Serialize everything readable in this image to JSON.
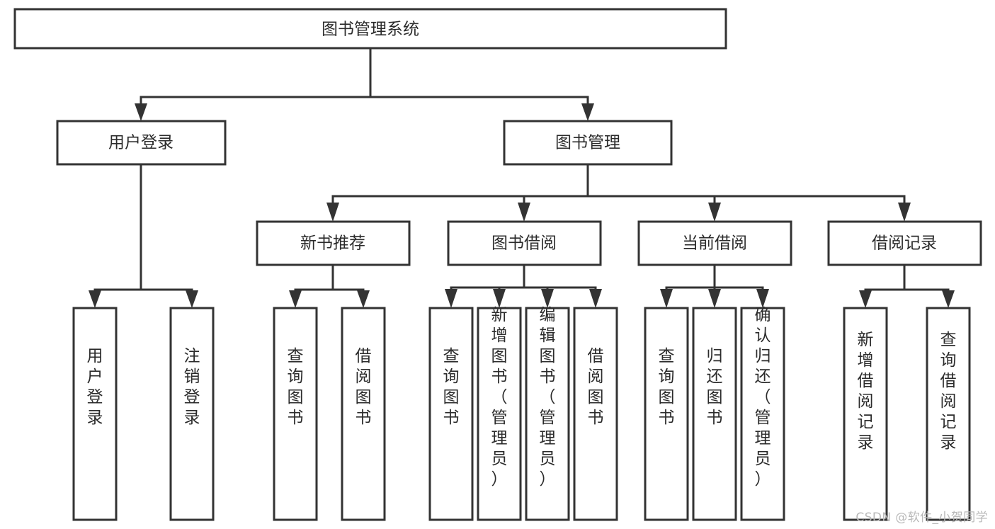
{
  "diagram": {
    "type": "tree",
    "title": "图书管理系统",
    "root": {
      "id": "root",
      "label": "图书管理系统",
      "orientation": "horizontal"
    },
    "level2": [
      {
        "id": "user-login",
        "label": "用户登录",
        "orientation": "horizontal"
      },
      {
        "id": "book-manage",
        "label": "图书管理",
        "orientation": "horizontal"
      }
    ],
    "level3": [
      {
        "id": "new-book-recommend",
        "label": "新书推荐",
        "orientation": "horizontal"
      },
      {
        "id": "book-borrow",
        "label": "图书借阅",
        "orientation": "horizontal"
      },
      {
        "id": "current-borrow",
        "label": "当前借阅",
        "orientation": "horizontal"
      },
      {
        "id": "borrow-record",
        "label": "借阅记录",
        "orientation": "horizontal"
      }
    ],
    "leaves": {
      "user_login": [
        {
          "id": "leaf-user-login",
          "label": "用户登录",
          "orientation": "vertical"
        },
        {
          "id": "leaf-logout-login",
          "label": "注销登录",
          "orientation": "vertical"
        }
      ],
      "new_book_recommend": [
        {
          "id": "leaf-query-book-1",
          "label": "查询图书",
          "orientation": "vertical"
        },
        {
          "id": "leaf-borrow-book-1",
          "label": "借阅图书",
          "orientation": "vertical"
        }
      ],
      "book_borrow": [
        {
          "id": "leaf-query-book-2",
          "label": "查询图书",
          "orientation": "vertical"
        },
        {
          "id": "leaf-add-book",
          "label": "新增图书（管理员）",
          "orientation": "vertical"
        },
        {
          "id": "leaf-edit-book",
          "label": "编辑图书（管理员）",
          "orientation": "vertical"
        },
        {
          "id": "leaf-borrow-book-2",
          "label": "借阅图书",
          "orientation": "vertical"
        }
      ],
      "current_borrow": [
        {
          "id": "leaf-query-book-3",
          "label": "查询图书",
          "orientation": "vertical"
        },
        {
          "id": "leaf-return-book",
          "label": "归还图书",
          "orientation": "vertical"
        },
        {
          "id": "leaf-confirm-return",
          "label": "确认归还（管理员）",
          "orientation": "vertical"
        }
      ],
      "borrow_record": [
        {
          "id": "leaf-add-record",
          "label": "新增借阅记录",
          "orientation": "vertical"
        },
        {
          "id": "leaf-query-record",
          "label": "查询借阅记录",
          "orientation": "vertical"
        }
      ]
    },
    "colors": {
      "stroke": "#333333",
      "fill": "#ffffff",
      "text": "#2b2b2b",
      "watermark": "#b9b9b9"
    }
  },
  "watermark": {
    "text": "CSDN @软件_小贺同学"
  }
}
